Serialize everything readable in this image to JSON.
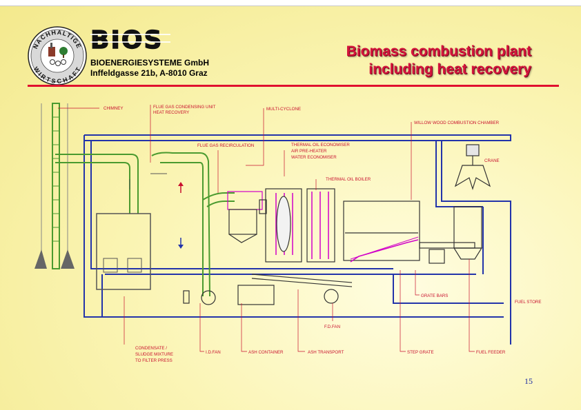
{
  "header": {
    "company_name": "BIOENERGIESYSTEME GmbH",
    "company_address": "Inffeldgasse 21b, A-8010 Graz",
    "title_line1": "Biomass combustion plant",
    "title_line2": "including heat recovery",
    "seal_text_top": "NACHHALTIGE",
    "seal_text_bottom": "WIRTSCHAFT",
    "brand_wordmark": "BIOS"
  },
  "diagram": {
    "labels": {
      "chimney": "CHIMNEY",
      "flue_gas_condensing": "FLUE GAS CONDENSING UNIT",
      "heat_recovery": "HEAT RECOVERY",
      "multi_cyclone": "MULTI-CYCLONE",
      "willow_wood": "WILLOW WOOD  COMBUSTION  CHAMBER",
      "flue_gas_recirculation": "FLUE GAS RECIRCULATION",
      "thermal_oil_economiser": "THERMAL OIL ECONOMISER",
      "air_preheater": "AIR PRE-HEATER",
      "water_economiser": "WATER ECONOMISER",
      "thermal_oil_boiler": "THERMAL  OIL  BOILER",
      "crane": "CRANE",
      "grate_bars": "GRATE  BARS",
      "fuel_store": "FUEL  STORE",
      "fd_fan": "F.D.FAN",
      "condensate_1": "CONDENSATE /",
      "condensate_2": "SLUDGE MIXTURE",
      "condensate_3": "TO FILTER PRESS",
      "id_fan": "I.D.FAN",
      "ash_container": "ASH CONTAINER",
      "ash_transport": "ASH TRANSPORT",
      "step_grate": "STEP  GRATE",
      "fuel_feeder": "FUEL FEEDER"
    },
    "colors": {
      "label_red": "#c8102e",
      "pipe_green": "#4a9a2f",
      "equipment_magenta": "#d000c8",
      "building_blue": "#2233aa",
      "equipment_dark": "#333333"
    }
  },
  "footer": {
    "page_number": "15"
  }
}
